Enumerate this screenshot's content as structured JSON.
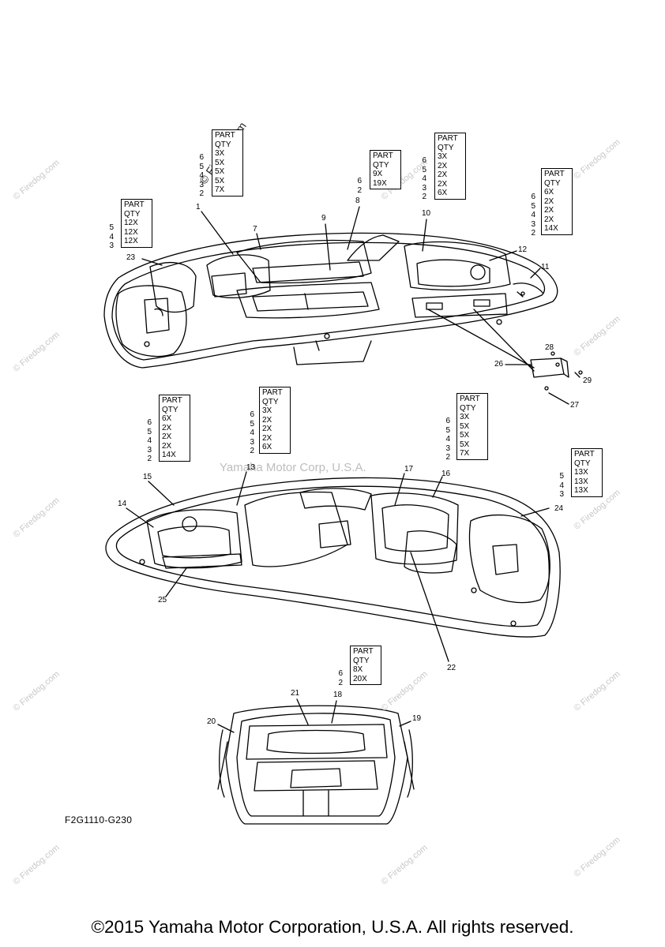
{
  "boxes": [
    {
      "id": "b1",
      "header": [
        "PART",
        "QTY"
      ],
      "codes": [
        "6",
        "5",
        "4",
        "3",
        "2"
      ],
      "qty": [
        "3X",
        "5X",
        "5X",
        "5X",
        "7X"
      ]
    },
    {
      "id": "b2",
      "header": [
        "PART",
        "QTY"
      ],
      "codes": [
        "6",
        "2"
      ],
      "qty": [
        "9X",
        "19X"
      ]
    },
    {
      "id": "b3",
      "header": [
        "PART",
        "QTY"
      ],
      "codes": [
        "6",
        "5",
        "4",
        "3",
        "2"
      ],
      "qty": [
        "3X",
        "2X",
        "2X",
        "2X",
        "6X"
      ]
    },
    {
      "id": "b4",
      "header": [
        "PART",
        "QTY"
      ],
      "codes": [
        "6",
        "5",
        "4",
        "3",
        "2"
      ],
      "qty": [
        "6X",
        "2X",
        "2X",
        "2X",
        "14X"
      ]
    },
    {
      "id": "b5",
      "header": [
        "PART",
        "QTY"
      ],
      "codes": [
        "5",
        "4",
        "3"
      ],
      "qty": [
        "12X",
        "12X",
        "12X"
      ]
    },
    {
      "id": "b6",
      "header": [
        "PART",
        "QTY"
      ],
      "codes": [
        "6",
        "5",
        "4",
        "3",
        "2"
      ],
      "qty": [
        "6X",
        "2X",
        "2X",
        "2X",
        "14X"
      ]
    },
    {
      "id": "b7",
      "header": [
        "PART",
        "QTY"
      ],
      "codes": [
        "6",
        "5",
        "4",
        "3",
        "2"
      ],
      "qty": [
        "3X",
        "2X",
        "2X",
        "2X",
        "6X"
      ]
    },
    {
      "id": "b8",
      "header": [
        "PART",
        "QTY"
      ],
      "codes": [
        "6",
        "5",
        "4",
        "3",
        "2"
      ],
      "qty": [
        "3X",
        "5X",
        "5X",
        "5X",
        "7X"
      ]
    },
    {
      "id": "b9",
      "header": [
        "PART",
        "QTY"
      ],
      "codes": [
        "5",
        "4",
        "3"
      ],
      "qty": [
        "13X",
        "13X",
        "13X"
      ]
    },
    {
      "id": "b10",
      "header": [
        "PART",
        "QTY"
      ],
      "codes": [
        "6",
        "2"
      ],
      "qty": [
        "8X",
        "20X"
      ]
    }
  ],
  "callouts": [
    "1",
    "7",
    "9",
    "8",
    "10",
    "12",
    "11",
    "23",
    "28",
    "26",
    "29",
    "27",
    "15",
    "13",
    "17",
    "16",
    "14",
    "24",
    "25",
    "22",
    "21",
    "18",
    "20",
    "19"
  ],
  "drawing_ref": "F2G1110-G230",
  "copyright": "©2015 Yamaha Motor Corporation, U.S.A. All rights reserved.",
  "watermarks": {
    "site": "© Firedog.com",
    "site_dark": "© Firedog.com",
    "center": "Yamaha Motor Corp, U.S.A."
  }
}
